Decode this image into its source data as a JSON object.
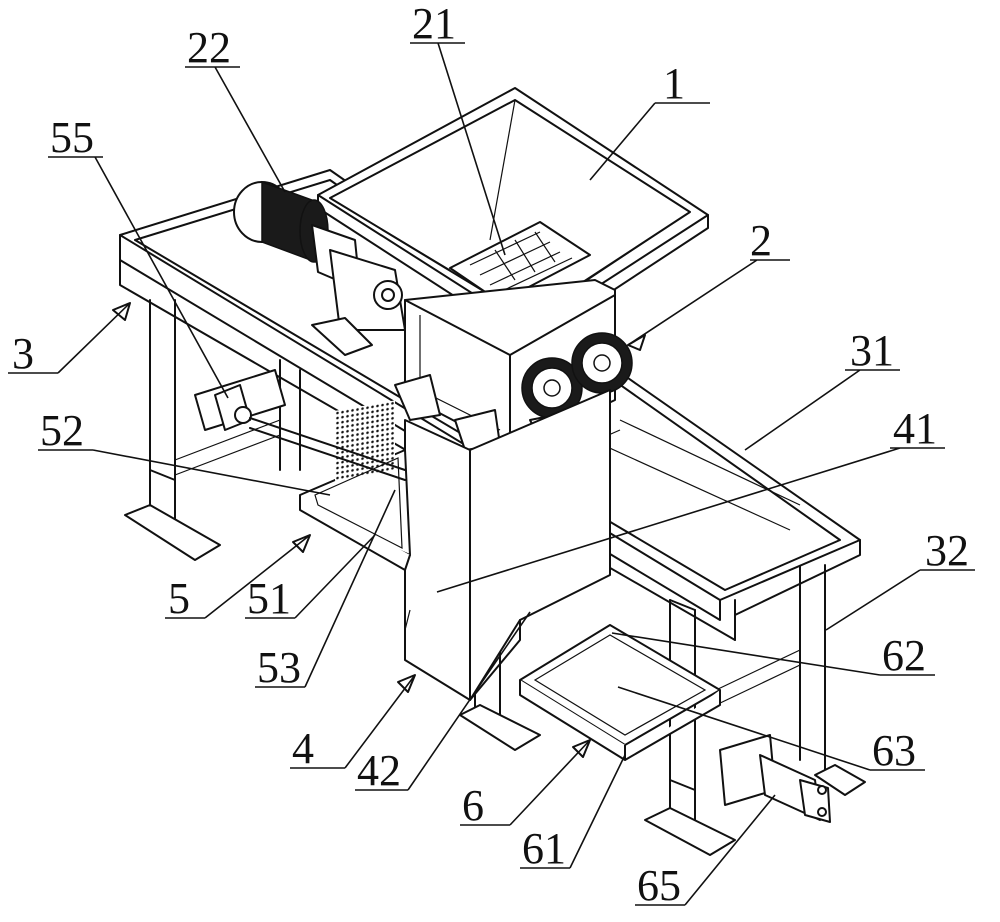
{
  "callouts": [
    {
      "id": "1",
      "label": "1"
    },
    {
      "id": "2",
      "label": "2"
    },
    {
      "id": "3",
      "label": "3"
    },
    {
      "id": "4",
      "label": "4"
    },
    {
      "id": "5",
      "label": "5"
    },
    {
      "id": "6",
      "label": "6"
    },
    {
      "id": "21",
      "label": "21"
    },
    {
      "id": "22",
      "label": "22"
    },
    {
      "id": "31",
      "label": "31"
    },
    {
      "id": "32",
      "label": "32"
    },
    {
      "id": "41",
      "label": "41"
    },
    {
      "id": "42",
      "label": "42"
    },
    {
      "id": "51",
      "label": "51"
    },
    {
      "id": "52",
      "label": "52"
    },
    {
      "id": "53",
      "label": "53"
    },
    {
      "id": "55",
      "label": "55"
    },
    {
      "id": "61",
      "label": "61"
    },
    {
      "id": "62",
      "label": "62"
    },
    {
      "id": "63",
      "label": "63"
    },
    {
      "id": "65",
      "label": "65"
    }
  ],
  "colors": {
    "line": "#111111",
    "background": "#ffffff",
    "motor": "#1a1a1a"
  }
}
